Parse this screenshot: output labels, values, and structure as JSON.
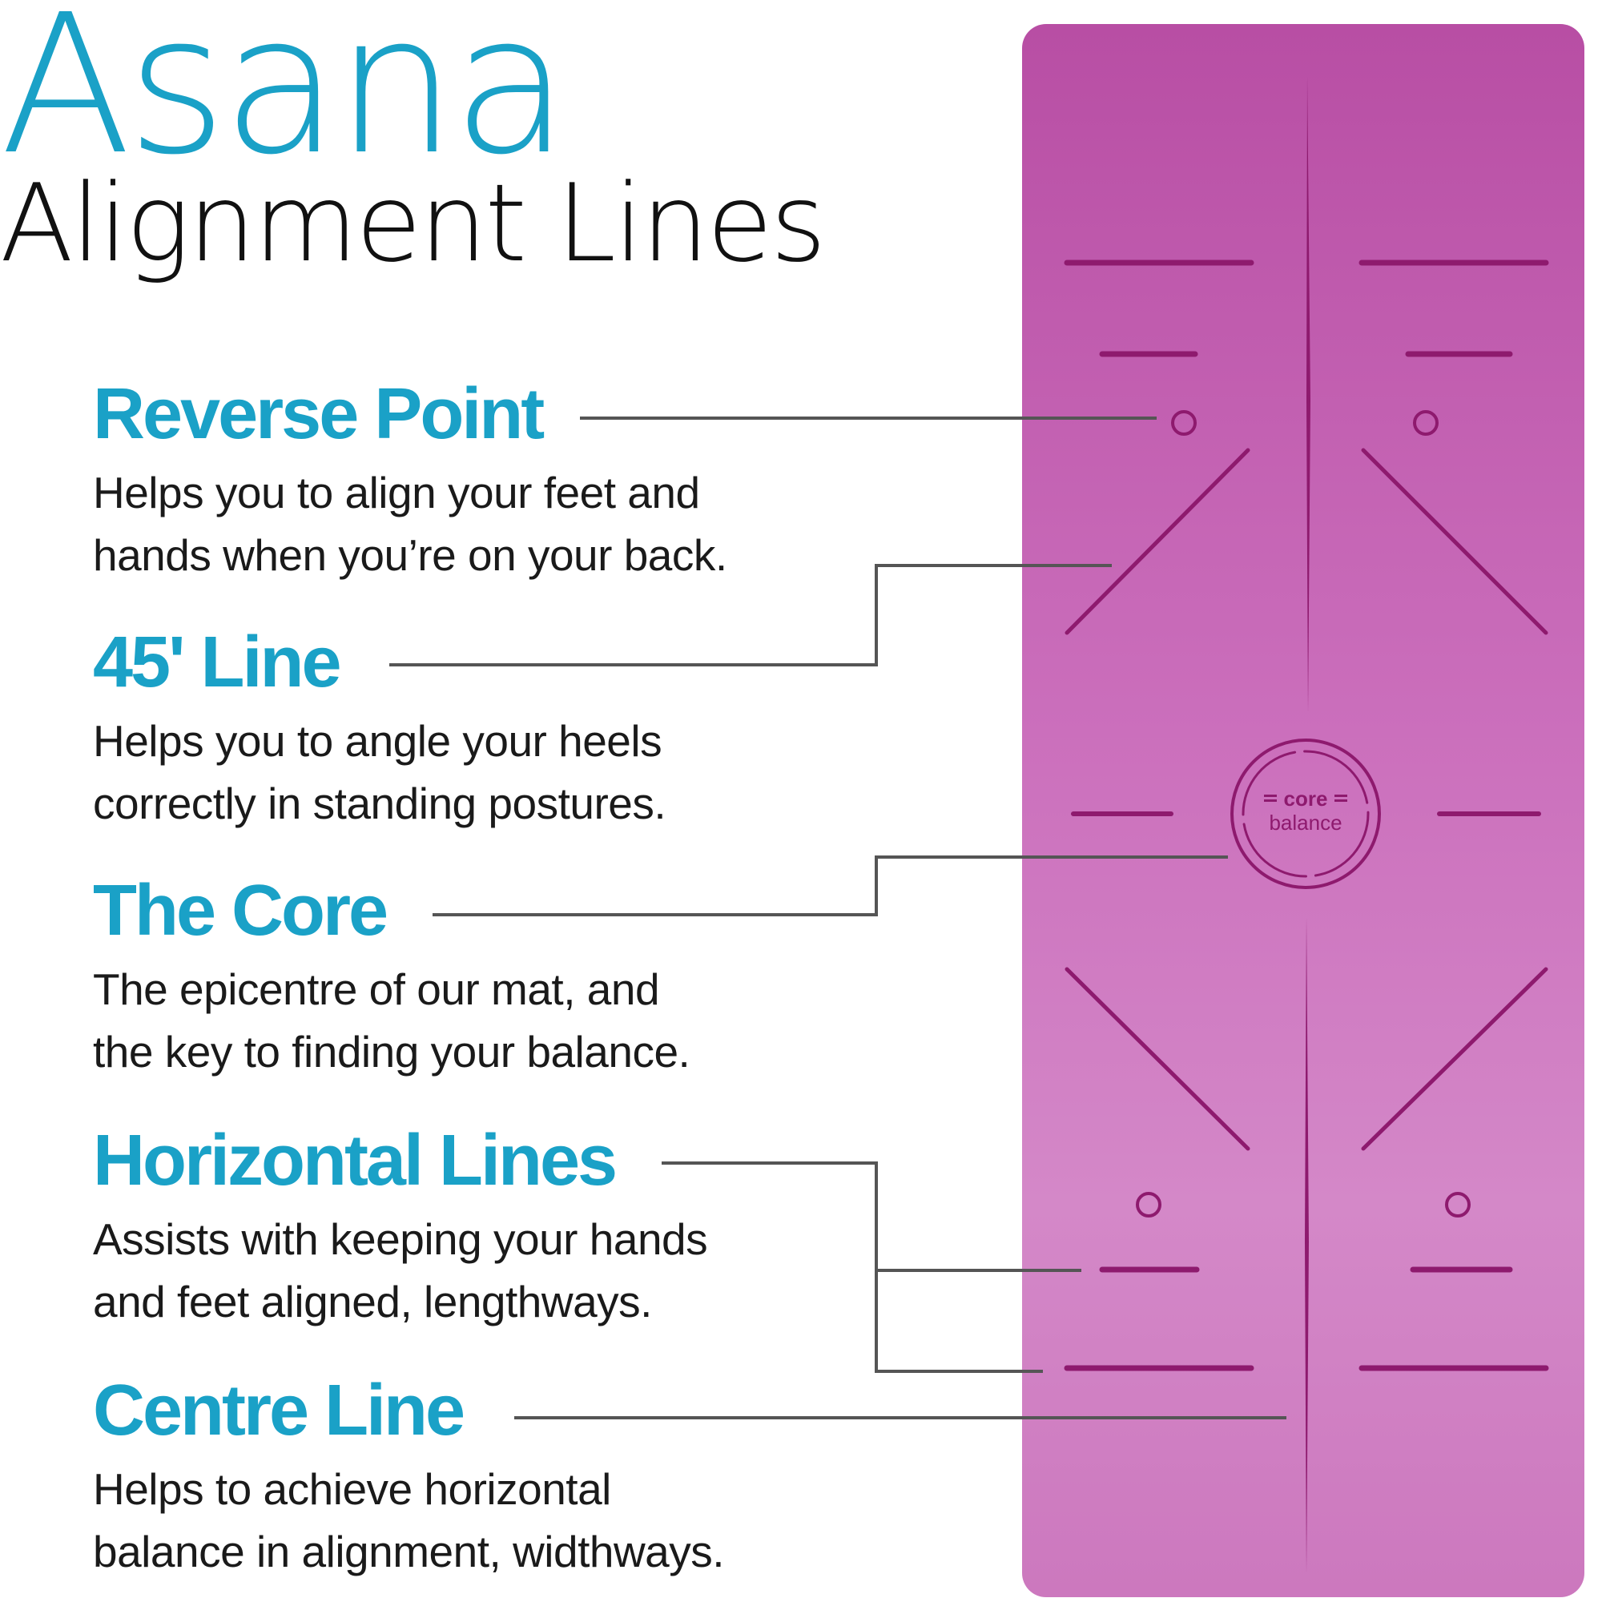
{
  "header": {
    "title": "Asana",
    "subtitle": "Alignment Lines"
  },
  "features": [
    {
      "title": "Reverse Point",
      "line1": "Helps you to align your feet and",
      "line2": "hands when you’re on your back."
    },
    {
      "title": "45' Line",
      "line1": "Helps you to angle your heels",
      "line2": "correctly in standing postures."
    },
    {
      "title": "The Core",
      "line1": "The epicentre of our mat, and",
      "line2": "the key to finding your balance."
    },
    {
      "title": "Horizontal Lines",
      "line1": "Assists with keeping your hands",
      "line2": "and feet aligned, lengthways."
    },
    {
      "title": "Centre Line",
      "line1": "Helps to achieve horizontal",
      "line2": "balance in alignment, widthways."
    }
  ],
  "logo": {
    "top": "core",
    "bottom": "balance"
  },
  "colors": {
    "accent": "#1aa1c7",
    "mat": "#c965b6",
    "mat_lines": "#8e1a6e",
    "connector": "#555555"
  }
}
